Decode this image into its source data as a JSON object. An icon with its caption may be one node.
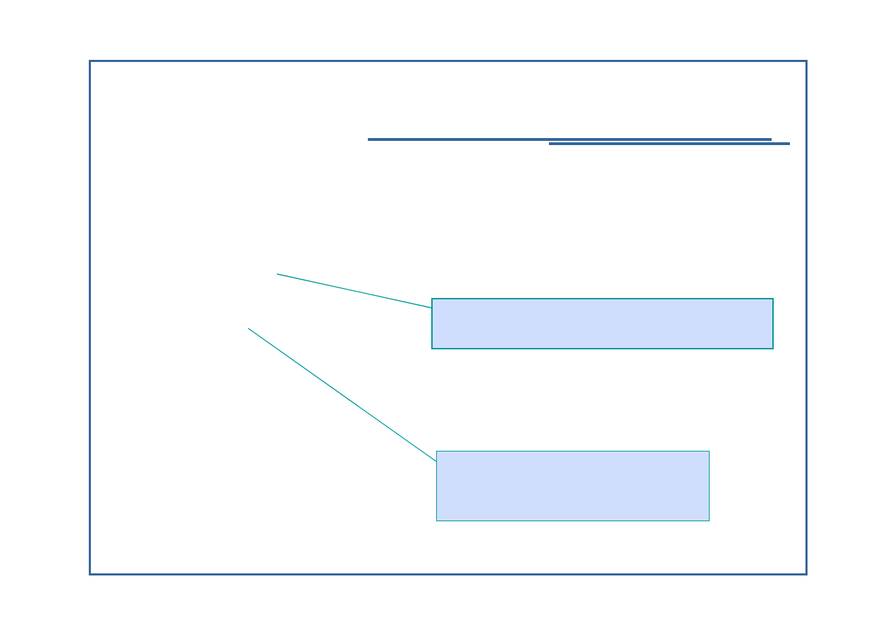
{
  "diagram": {
    "nodes": [
      {
        "text": [],
        "shape": "box"
      },
      {
        "text": [],
        "shape": "box"
      }
    ],
    "edges": [
      {
        "from": null,
        "to": 0,
        "arrow": "none"
      },
      {
        "from": null,
        "to": 1,
        "arrow": "none"
      }
    ]
  }
}
